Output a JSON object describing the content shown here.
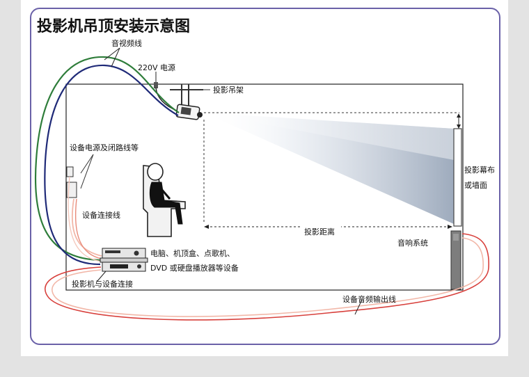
{
  "title": "投影机吊顶安装示意图",
  "labels": {
    "av_cable": "音视频线",
    "power_220v": "220V 电源",
    "ceiling_mount": "投影吊架",
    "power_and_cctv": "设备电源及闭路线等",
    "equipment_cable": "设备连接线",
    "screen": [
      "投影幕布",
      "或墙面"
    ],
    "projection_distance": "投影距离",
    "sound_system": "音响系统",
    "devices_line1": "电脑、机顶盒、点歌机、",
    "devices_line2": "DVD 或硬盘播放器等设备",
    "projector_to_devices": "投影机与设备连接",
    "audio_output_cable": "设备音频输出线"
  },
  "colors": {
    "frame": "#6a61a8",
    "room_outline": "#222222",
    "cable_green": "#2e7d3a",
    "cable_navy": "#1f2a78",
    "cable_red": "#d8403c",
    "cable_pink": "#f2b7a8",
    "beam": "#b8c4d4"
  },
  "icons": {
    "projector": "projector-icon",
    "person": "seated-person-icon",
    "speaker": "speaker-column-icon",
    "av_rack": "av-equipment-stack-icon",
    "wall_socket": "wall-socket-icon"
  }
}
